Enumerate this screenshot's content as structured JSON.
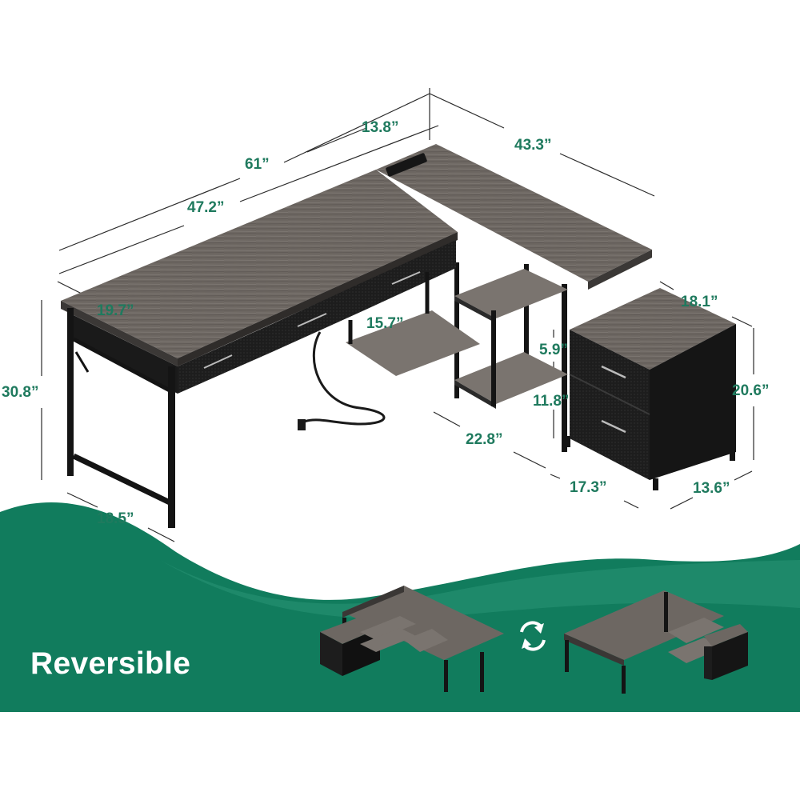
{
  "dimensions": {
    "depth_top": "13.8”",
    "total_width": "61”",
    "main_width": "47.2”",
    "return_width": "43.3”",
    "desk_depth": "19.7”",
    "tray_width": "15.7”",
    "shelf_gap_top": "5.9”",
    "shelf_gap_bottom": "11.8”",
    "cabinet_depth": "18.1”",
    "desk_height": "30.8”",
    "cabinet_height": "20.6”",
    "shelf_width": "22.8”",
    "base_length": "17.3”",
    "cabinet_width": "13.6”",
    "leg_span": "18.5”"
  },
  "banner": {
    "title": "Reversible"
  },
  "colors": {
    "accent_green": "#117c5d",
    "label_green": "#1f7a5e",
    "wood_gray": "#6b6561",
    "frame_black": "#141414"
  }
}
